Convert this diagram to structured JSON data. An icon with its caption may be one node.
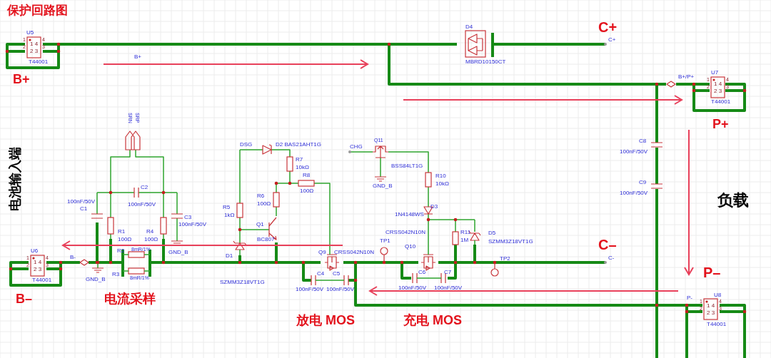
{
  "diagram": {
    "title": "保护回路图",
    "labels": [
      "U5",
      "1",
      "2",
      "4",
      "3",
      "1 4",
      "2 3",
      "T44001",
      "B+",
      "B+",
      "D4",
      "MBRD10150CT",
      "C+",
      "C+",
      "B+/P+",
      "U7",
      "1",
      "2",
      "4",
      "3",
      "1 4",
      "2 3",
      "T44001",
      "P+",
      "SRN",
      "SRP",
      "电池输入端",
      "DSG",
      "D2 BAS21AHT1G",
      "CHG",
      "Q11",
      "R7",
      "10kΩ",
      "BSS84LT1G",
      "R8",
      "R10",
      "10kΩ",
      "100Ω",
      "C8",
      "100nF/50V",
      "C2",
      "GND_B",
      "C9",
      "100nF/50V",
      "R6",
      "100Ω",
      "100nF/50V",
      "C1",
      "100nF/50V",
      "R5",
      "1kΩ",
      "D3",
      "1N4148WS",
      "C3",
      "100nF/50V",
      "Q1",
      "R1",
      "100Ω",
      "R4",
      "100Ω",
      "负载",
      "R11",
      "1M",
      "D5",
      "SZMM3Z18VT1G",
      "CRSS042N10N",
      "Q10",
      "BC807",
      "TP1",
      "C–",
      "Q9",
      "CRSS042N10N",
      "R2",
      "8mR/1%",
      "U6",
      "1",
      "2",
      "4",
      "3",
      "1 4",
      "2 3",
      "T44001",
      "D1",
      "B-",
      "GND_B",
      "TP2",
      "C-",
      "P–",
      "R3",
      "8mR/1%",
      "GND_B",
      "C4",
      "C5",
      "C6",
      "C7",
      "SZMM3Z18VT1G",
      "100nF/50V",
      "100nF/50V",
      "100nF/50V",
      "100nF/50V",
      "B–",
      "电流采样",
      "U8",
      "P-",
      "1",
      "2",
      "4",
      "3",
      "1 4",
      "2 3",
      "T44001",
      "放电 MOS",
      "充电 MOS"
    ]
  }
}
